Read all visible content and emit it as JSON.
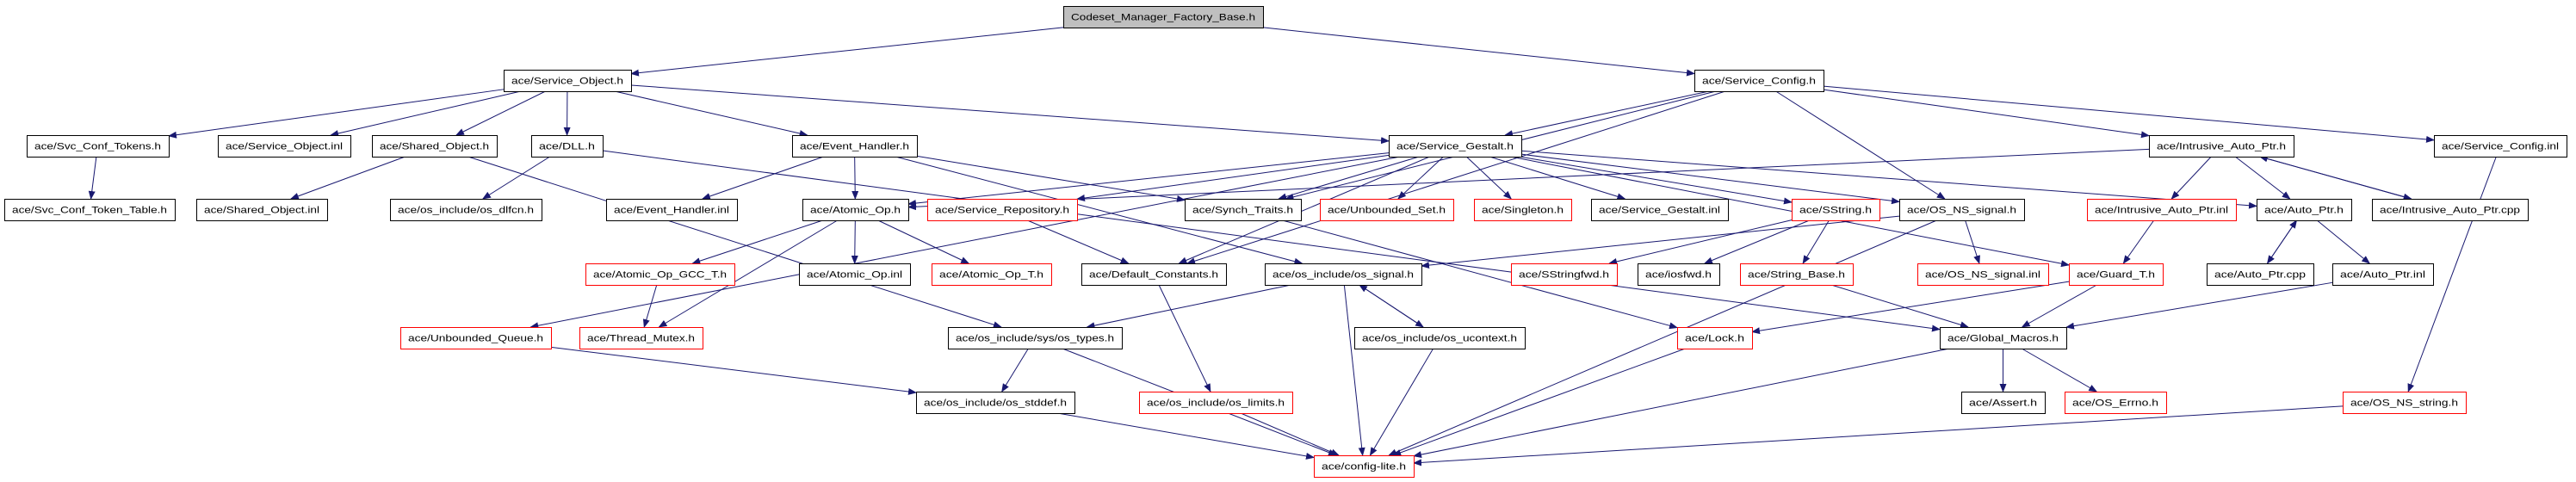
{
  "colors": {
    "edge": "#191970",
    "root_fill": "#bfbfbf",
    "undocumented_border": "#ff0000",
    "documented_border": "#000000"
  },
  "nodes": {
    "root": {
      "label": "Codeset_Manager_Factory_Base.h",
      "root": true
    },
    "service_object_h": {
      "label": "ace/Service_Object.h"
    },
    "service_config_h": {
      "label": "ace/Service_Config.h"
    },
    "svc_conf_tokens_h": {
      "label": "ace/Svc_Conf_Tokens.h"
    },
    "service_object_inl": {
      "label": "ace/Service_Object.inl"
    },
    "shared_object_h": {
      "label": "ace/Shared_Object.h"
    },
    "dll_h": {
      "label": "ace/DLL.h"
    },
    "event_handler_h": {
      "label": "ace/Event_Handler.h"
    },
    "service_gestalt_h": {
      "label": "ace/Service_Gestalt.h"
    },
    "intrusive_auto_ptr_h": {
      "label": "ace/Intrusive_Auto_Ptr.h"
    },
    "service_config_inl": {
      "label": "ace/Service_Config.inl"
    },
    "svc_conf_token_table_h": {
      "label": "ace/Svc_Conf_Token_Table.h"
    },
    "shared_object_inl": {
      "label": "ace/Shared_Object.inl"
    },
    "os_dlfcn_h": {
      "label": "ace/os_include/os_dlfcn.h"
    },
    "event_handler_inl": {
      "label": "ace/Event_Handler.inl"
    },
    "atomic_op_h": {
      "label": "ace/Atomic_Op.h"
    },
    "service_repository_h": {
      "label": "ace/Service_Repository.h",
      "undocumented": true
    },
    "synch_traits_h": {
      "label": "ace/Synch_Traits.h"
    },
    "unbounded_set_h": {
      "label": "ace/Unbounded_Set.h",
      "undocumented": true
    },
    "singleton_h": {
      "label": "ace/Singleton.h",
      "undocumented": true
    },
    "service_gestalt_inl": {
      "label": "ace/Service_Gestalt.inl"
    },
    "sstring_h": {
      "label": "ace/SString.h",
      "undocumented": true
    },
    "os_ns_signal_h": {
      "label": "ace/OS_NS_signal.h"
    },
    "intrusive_auto_ptr_inl": {
      "label": "ace/Intrusive_Auto_Ptr.inl",
      "undocumented": true
    },
    "auto_ptr_h": {
      "label": "ace/Auto_Ptr.h"
    },
    "intrusive_auto_ptr_cpp": {
      "label": "ace/Intrusive_Auto_Ptr.cpp"
    },
    "atomic_op_gcc_t_h": {
      "label": "ace/Atomic_Op_GCC_T.h",
      "undocumented": true
    },
    "atomic_op_inl": {
      "label": "ace/Atomic_Op.inl"
    },
    "atomic_op_t_h": {
      "label": "ace/Atomic_Op_T.h",
      "undocumented": true
    },
    "default_constants_h": {
      "label": "ace/Default_Constants.h"
    },
    "os_signal_h": {
      "label": "ace/os_include/os_signal.h"
    },
    "sstringfwd_h": {
      "label": "ace/SStringfwd.h",
      "undocumented": true
    },
    "iosfwd_h": {
      "label": "ace/iosfwd.h"
    },
    "string_base_h": {
      "label": "ace/String_Base.h",
      "undocumented": true
    },
    "os_ns_signal_inl": {
      "label": "ace/OS_NS_signal.inl",
      "undocumented": true
    },
    "guard_t_h": {
      "label": "ace/Guard_T.h",
      "undocumented": true
    },
    "auto_ptr_cpp": {
      "label": "ace/Auto_Ptr.cpp"
    },
    "auto_ptr_inl": {
      "label": "ace/Auto_Ptr.inl"
    },
    "unbounded_queue_h": {
      "label": "ace/Unbounded_Queue.h",
      "undocumented": true
    },
    "thread_mutex_h": {
      "label": "ace/Thread_Mutex.h",
      "undocumented": true
    },
    "os_types_h": {
      "label": "ace/os_include/sys/os_types.h"
    },
    "os_ucontext_h": {
      "label": "ace/os_include/os_ucontext.h"
    },
    "lock_h": {
      "label": "ace/Lock.h",
      "undocumented": true
    },
    "global_macros_h": {
      "label": "ace/Global_Macros.h"
    },
    "os_stddef_h": {
      "label": "ace/os_include/os_stddef.h"
    },
    "os_limits_h": {
      "label": "ace/os_include/os_limits.h",
      "undocumented": true
    },
    "assert_h": {
      "label": "ace/Assert.h"
    },
    "os_errno_h": {
      "label": "ace/OS_Errno.h",
      "undocumented": true
    },
    "os_ns_string_h": {
      "label": "ace/OS_NS_string.h",
      "undocumented": true
    },
    "config_lite_h": {
      "label": "ace/config-lite.h",
      "undocumented": true
    }
  },
  "edges": [
    [
      "root",
      "service_object_h"
    ],
    [
      "root",
      "service_config_h"
    ],
    [
      "service_object_h",
      "svc_conf_tokens_h"
    ],
    [
      "service_object_h",
      "service_object_inl"
    ],
    [
      "service_object_h",
      "shared_object_h"
    ],
    [
      "service_object_h",
      "dll_h"
    ],
    [
      "service_object_h",
      "event_handler_h"
    ],
    [
      "service_object_h",
      "service_gestalt_h"
    ],
    [
      "svc_conf_tokens_h",
      "svc_conf_token_table_h"
    ],
    [
      "shared_object_h",
      "shared_object_inl"
    ],
    [
      "shared_object_h",
      "os_types_h"
    ],
    [
      "dll_h",
      "os_dlfcn_h"
    ],
    [
      "dll_h",
      "global_macros_h"
    ],
    [
      "event_handler_h",
      "event_handler_inl"
    ],
    [
      "event_handler_h",
      "atomic_op_h"
    ],
    [
      "event_handler_h",
      "synch_traits_h"
    ],
    [
      "event_handler_h",
      "os_signal_h"
    ],
    [
      "service_config_h",
      "service_gestalt_h"
    ],
    [
      "service_config_h",
      "synch_traits_h"
    ],
    [
      "service_config_h",
      "default_constants_h"
    ],
    [
      "service_config_h",
      "os_ns_signal_h"
    ],
    [
      "service_config_h",
      "intrusive_auto_ptr_h"
    ],
    [
      "service_config_h",
      "service_config_inl"
    ],
    [
      "service_gestalt_h",
      "atomic_op_h"
    ],
    [
      "service_gestalt_h",
      "service_repository_h"
    ],
    [
      "service_gestalt_h",
      "synch_traits_h"
    ],
    [
      "service_gestalt_h",
      "unbounded_set_h"
    ],
    [
      "service_gestalt_h",
      "singleton_h"
    ],
    [
      "service_gestalt_h",
      "service_gestalt_inl"
    ],
    [
      "service_gestalt_h",
      "sstring_h"
    ],
    [
      "service_gestalt_h",
      "os_ns_signal_h"
    ],
    [
      "service_gestalt_h",
      "auto_ptr_h"
    ],
    [
      "service_gestalt_h",
      "default_constants_h"
    ],
    [
      "service_gestalt_h",
      "unbounded_queue_h"
    ],
    [
      "service_gestalt_h",
      "guard_t_h"
    ],
    [
      "intrusive_auto_ptr_h",
      "atomic_op_h"
    ],
    [
      "intrusive_auto_ptr_h",
      "intrusive_auto_ptr_inl"
    ],
    [
      "intrusive_auto_ptr_h",
      "auto_ptr_h"
    ],
    [
      "intrusive_auto_ptr_h",
      "intrusive_auto_ptr_cpp"
    ],
    [
      "intrusive_auto_ptr_cpp",
      "intrusive_auto_ptr_h"
    ],
    [
      "intrusive_auto_ptr_inl",
      "guard_t_h"
    ],
    [
      "auto_ptr_h",
      "auto_ptr_cpp"
    ],
    [
      "auto_ptr_cpp",
      "auto_ptr_h"
    ],
    [
      "auto_ptr_h",
      "auto_ptr_inl"
    ],
    [
      "auto_ptr_inl",
      "global_macros_h"
    ],
    [
      "service_config_inl",
      "os_ns_string_h"
    ],
    [
      "atomic_op_h",
      "atomic_op_inl"
    ],
    [
      "atomic_op_h",
      "atomic_op_t_h"
    ],
    [
      "atomic_op_h",
      "atomic_op_gcc_t_h"
    ],
    [
      "atomic_op_h",
      "thread_mutex_h"
    ],
    [
      "atomic_op_gcc_t_h",
      "thread_mutex_h"
    ],
    [
      "service_repository_h",
      "default_constants_h"
    ],
    [
      "synch_traits_h",
      "lock_h"
    ],
    [
      "sstring_h",
      "sstringfwd_h"
    ],
    [
      "sstring_h",
      "iosfwd_h"
    ],
    [
      "sstring_h",
      "string_base_h"
    ],
    [
      "os_ns_signal_h",
      "os_signal_h"
    ],
    [
      "os_ns_signal_h",
      "os_ns_signal_inl"
    ],
    [
      "os_ns_signal_h",
      "config_lite_h"
    ],
    [
      "default_constants_h",
      "os_limits_h"
    ],
    [
      "os_signal_h",
      "os_types_h"
    ],
    [
      "os_signal_h",
      "os_ucontext_h"
    ],
    [
      "os_signal_h",
      "config_lite_h"
    ],
    [
      "os_ucontext_h",
      "os_signal_h"
    ],
    [
      "os_ucontext_h",
      "config_lite_h"
    ],
    [
      "os_types_h",
      "os_stddef_h"
    ],
    [
      "os_types_h",
      "config_lite_h"
    ],
    [
      "os_stddef_h",
      "config_lite_h"
    ],
    [
      "os_limits_h",
      "config_lite_h"
    ],
    [
      "unbounded_queue_h",
      "os_stddef_h"
    ],
    [
      "lock_h",
      "config_lite_h"
    ],
    [
      "guard_t_h",
      "lock_h"
    ],
    [
      "guard_t_h",
      "global_macros_h"
    ],
    [
      "string_base_h",
      "global_macros_h"
    ],
    [
      "global_macros_h",
      "assert_h"
    ],
    [
      "global_macros_h",
      "os_errno_h"
    ],
    [
      "global_macros_h",
      "config_lite_h"
    ],
    [
      "os_ns_string_h",
      "config_lite_h"
    ]
  ]
}
